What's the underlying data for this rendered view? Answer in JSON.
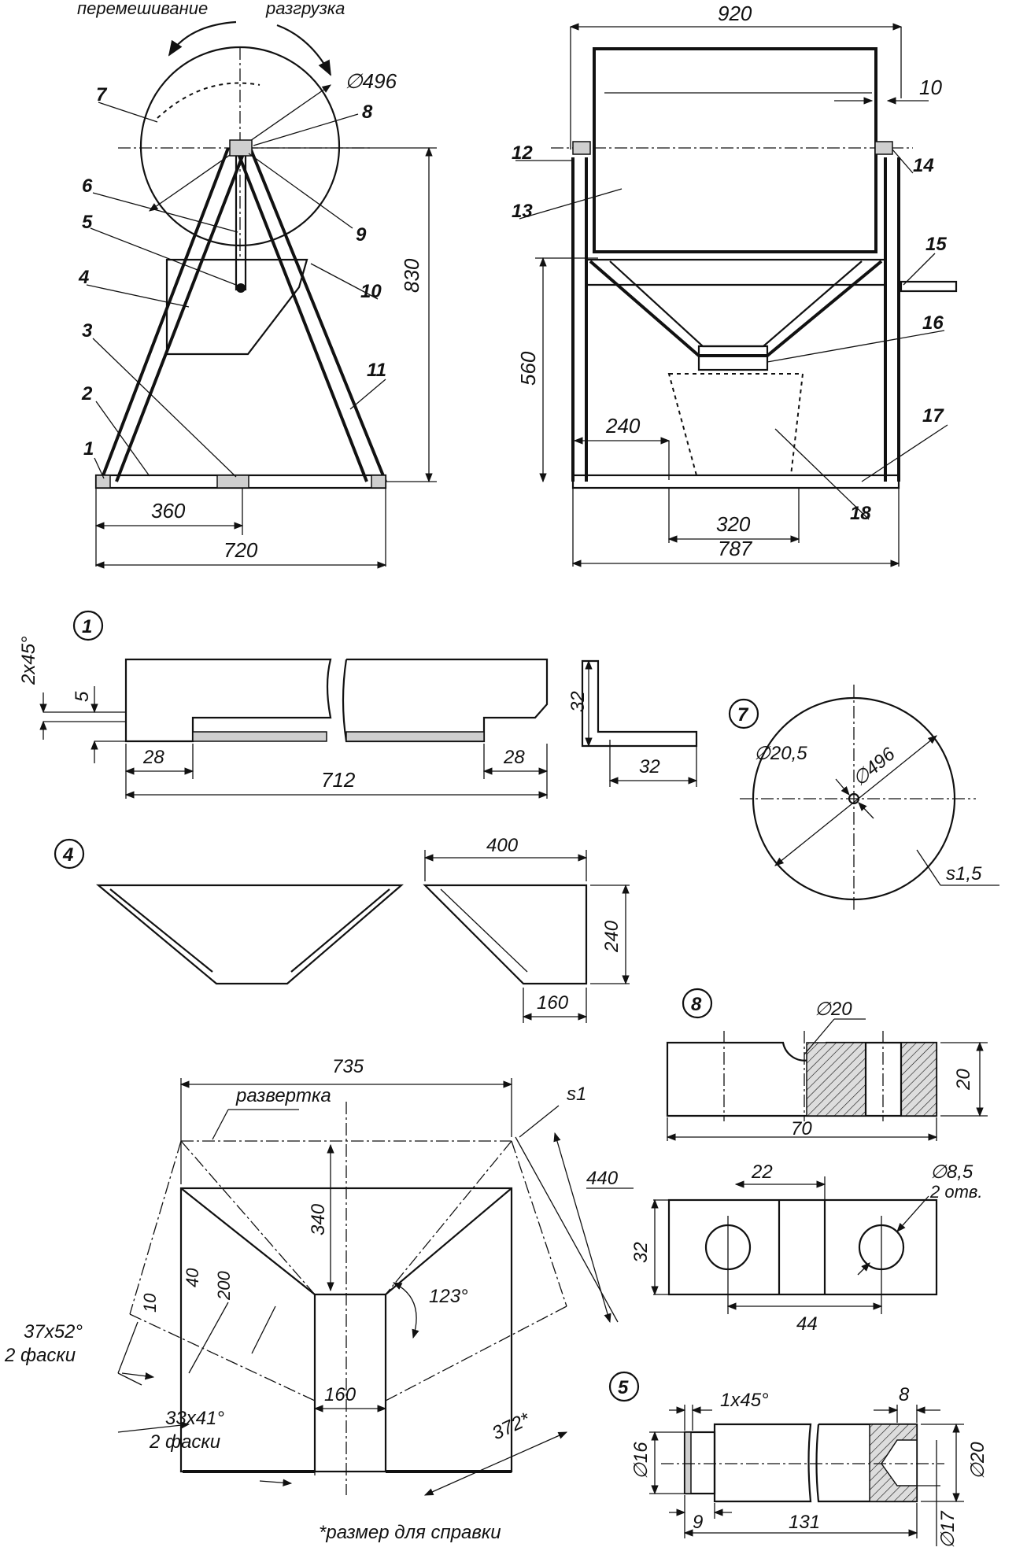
{
  "front_view": {
    "rotation_mixing": "перемешивание",
    "rotation_unloading": "разгрузка",
    "dia_drum": "∅496",
    "height": "830",
    "width_half": "360",
    "width_total": "720",
    "callouts": [
      "1",
      "2",
      "3",
      "4",
      "5",
      "6",
      "7",
      "8",
      "9",
      "10",
      "11"
    ]
  },
  "side_view": {
    "length": "920",
    "gap": "10",
    "height": "560",
    "offset": "240",
    "base_inner": "320",
    "base_total": "787",
    "callouts": [
      "12",
      "13",
      "14",
      "15",
      "16",
      "17",
      "18"
    ]
  },
  "detail_1": {
    "num": "1",
    "chamfer": "2x45°",
    "step": "5",
    "end_left": "28",
    "end_right": "28",
    "length": "712",
    "angle_h": "32",
    "angle_w": "32"
  },
  "detail_7": {
    "num": "7",
    "hole": "∅20,5",
    "dia": "∅496",
    "thickness": "s1,5"
  },
  "detail_4": {
    "num": "4",
    "top": "400",
    "height": "240",
    "bottom": "160"
  },
  "detail_8": {
    "num": "8",
    "hole_dia": "∅20",
    "height": "20",
    "length": "70",
    "spacing_22": "22",
    "holes": "∅8,5",
    "holes_count": "2 отв.",
    "width": "32",
    "spacing_44": "44"
  },
  "detail_hopper": {
    "width": "735",
    "unfold_label": "развертка",
    "thickness": "s1",
    "side": "440",
    "depth": "340",
    "angle": "123°",
    "dim_10": "10",
    "dim_40": "40",
    "dim_200": "200",
    "chamfer1": "37x52°",
    "chamfer1_note": "2 фаски",
    "bottom": "160",
    "chamfer2": "33x41°",
    "chamfer2_note": "2 фаски",
    "ref_dim": "372*",
    "footnote": "*размер для справки"
  },
  "detail_5": {
    "num": "5",
    "chamfer": "1x45°",
    "dim_8": "8",
    "dia_16": "∅16",
    "dia_20": "∅20",
    "dia_17": "∅17",
    "len_9": "9",
    "len_131": "131"
  }
}
